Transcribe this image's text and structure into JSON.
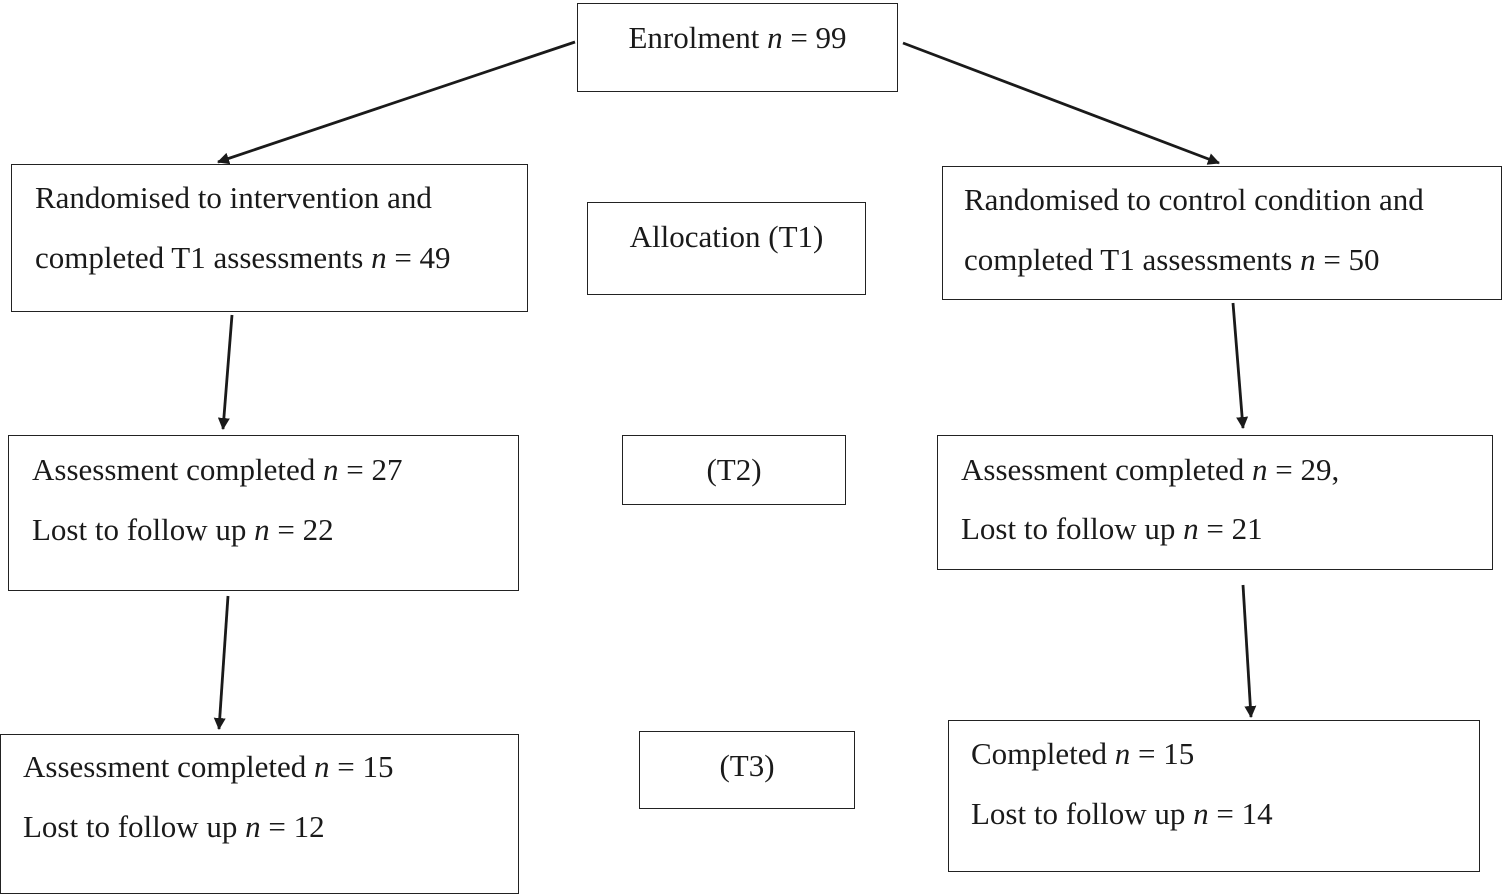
{
  "enrolment": {
    "label": "Enrolment ",
    "n_symbol": "n",
    "value": " = 99"
  },
  "phases": {
    "t1": "Allocation (T1)",
    "t2": "(T2)",
    "t3": "(T3)"
  },
  "intervention": {
    "t1": {
      "line1": "Randomised to intervention and",
      "line2_label": "completed T1 assessments ",
      "n_symbol": "n",
      "line2_value": " = 49"
    },
    "t2": {
      "completed_label": "Assessment completed ",
      "completed_value": " = 27",
      "lost_label": "Lost to follow up ",
      "lost_value": " = 22",
      "n_symbol": "n"
    },
    "t3": {
      "completed_label": "Assessment completed ",
      "completed_value": " = 15",
      "lost_label": "Lost to follow up ",
      "lost_value": " = 12",
      "n_symbol": "n"
    }
  },
  "control": {
    "t1": {
      "line1": "Randomised to control condition and",
      "line2_label": "completed T1 assessments ",
      "n_symbol": "n",
      "line2_value": " = 50"
    },
    "t2": {
      "completed_label": "Assessment completed ",
      "completed_value": " =  29,",
      "lost_label": "Lost to follow up ",
      "lost_value": " = 21",
      "n_symbol": "n"
    },
    "t3": {
      "completed_label": "Completed ",
      "completed_value": " = 15",
      "lost_label": "Lost to follow up ",
      "lost_value": " = 14",
      "n_symbol": "n"
    }
  }
}
